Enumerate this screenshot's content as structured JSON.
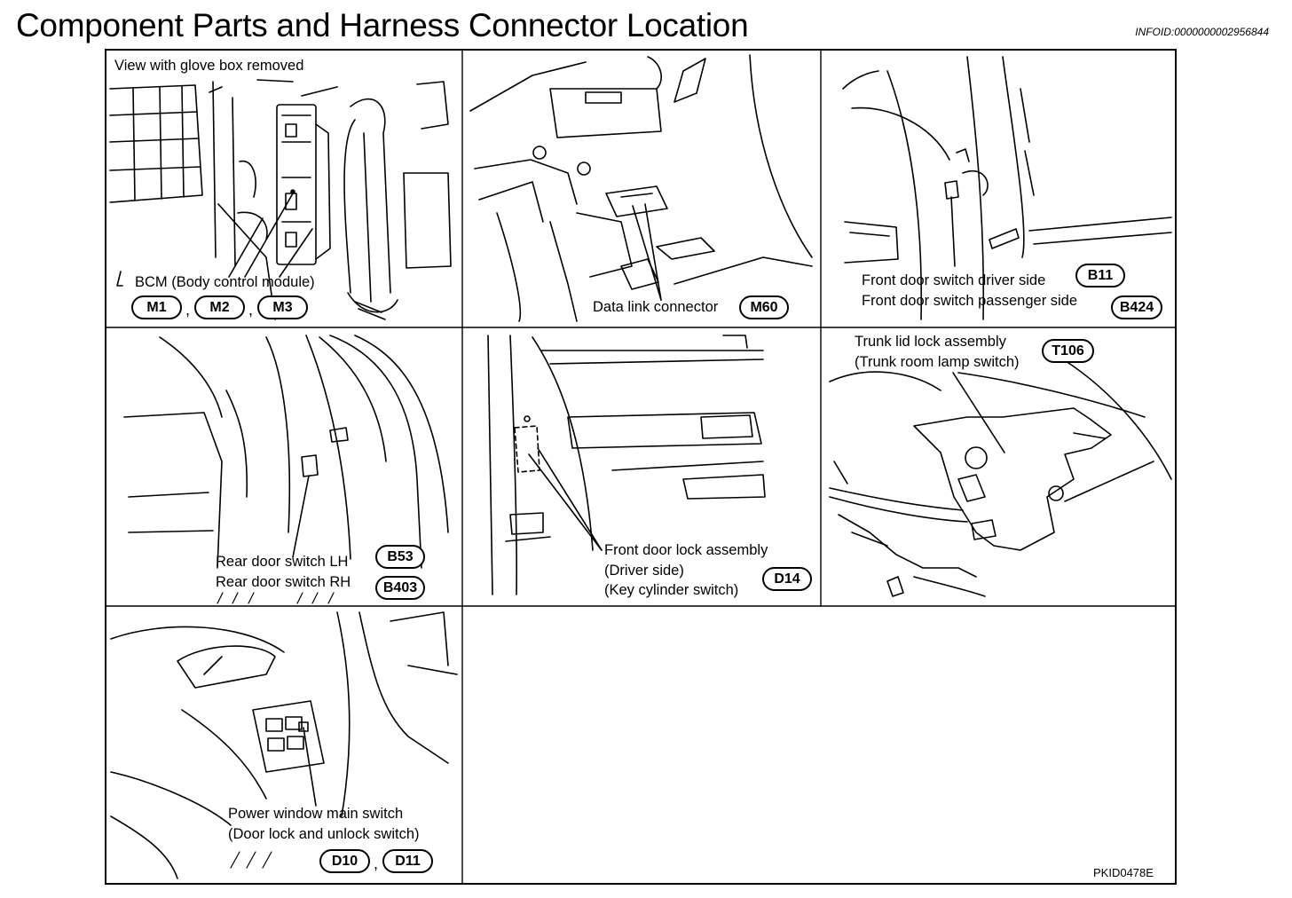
{
  "title": "Component Parts and Harness Connector Location",
  "info_id": "INFOID:0000000002956844",
  "figure_code": "PKID0478E",
  "panels": {
    "bcm": {
      "view_note": "View with glove box removed",
      "label": "BCM (Body control module)",
      "connectors": [
        "M1",
        "M2",
        "M3"
      ]
    },
    "dlc": {
      "label": "Data link connector",
      "connector": "M60"
    },
    "front_door_switch": {
      "driver_label": "Front door switch driver side",
      "driver_connector": "B11",
      "passenger_label": "Front door switch passenger side",
      "passenger_connector": "B424"
    },
    "rear_door_switch": {
      "lh_label": "Rear door switch LH",
      "lh_connector": "B53",
      "rh_label": "Rear door switch RH",
      "rh_connector": "B403"
    },
    "front_door_lock": {
      "line1": "Front door lock assembly",
      "line2": "(Driver side)",
      "line3": "(Key cylinder switch)",
      "connector": "D14"
    },
    "trunk_lid": {
      "line1": "Trunk lid lock assembly",
      "line2": "(Trunk room lamp switch)",
      "connector": "T106"
    },
    "power_window": {
      "line1": "Power window main switch",
      "line2": "(Door lock and unlock switch)",
      "connectors": [
        "D10",
        "D11"
      ]
    }
  }
}
